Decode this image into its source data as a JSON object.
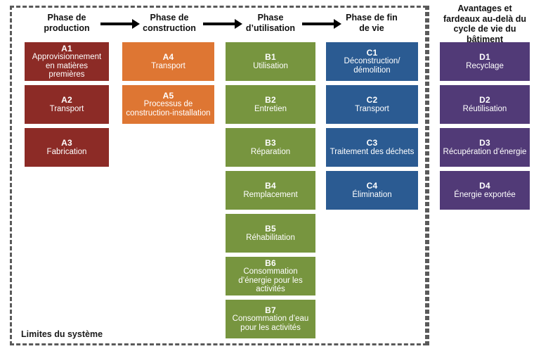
{
  "diagram": {
    "title_label": "Limites du système",
    "boundary_name": "system-boundary"
  },
  "headers": [
    {
      "id": "production",
      "line1": "Phase de",
      "line2": "production",
      "line3": "",
      "line4": ""
    },
    {
      "id": "construction",
      "line1": "Phase de",
      "line2": "construction",
      "line3": "",
      "line4": ""
    },
    {
      "id": "utilisation",
      "line1": "Phase",
      "line2": "d’utilisation",
      "line3": "",
      "line4": ""
    },
    {
      "id": "fin-de-vie",
      "line1": "Phase de fin",
      "line2": "de vie",
      "line3": "",
      "line4": ""
    },
    {
      "id": "au-dela",
      "line1": "Avantages et",
      "line2": "fardeaux au-delà du",
      "line3": "cycle de vie du",
      "line4": "bâtiment"
    }
  ],
  "colors": {
    "production": "#8C2B26",
    "construction": "#DE7633",
    "utilisation": "#77953F",
    "fin_de_vie": "#2B5B92",
    "au_dela": "#513A77",
    "boundary": "#5A5A5A",
    "arrow": "#000000",
    "text_on_box": "#FFFFFF"
  },
  "columns": [
    {
      "id": "production",
      "modules": [
        {
          "code": "A1",
          "label": "Approvisionnement en matières premières"
        },
        {
          "code": "A2",
          "label": "Transport"
        },
        {
          "code": "A3",
          "label": "Fabrication"
        }
      ]
    },
    {
      "id": "construction",
      "modules": [
        {
          "code": "A4",
          "label": "Transport"
        },
        {
          "code": "A5",
          "label": "Processus de construction-installation"
        }
      ]
    },
    {
      "id": "utilisation",
      "modules": [
        {
          "code": "B1",
          "label": "Utilisation"
        },
        {
          "code": "B2",
          "label": "Entretien"
        },
        {
          "code": "B3",
          "label": "Réparation"
        },
        {
          "code": "B4",
          "label": "Remplacement"
        },
        {
          "code": "B5",
          "label": "Réhabilitation"
        },
        {
          "code": "B6",
          "label": "Consommation d’énergie pour les activités"
        },
        {
          "code": "B7",
          "label": "Consommation d’eau pour les activités"
        }
      ]
    },
    {
      "id": "fin-de-vie",
      "modules": [
        {
          "code": "C1",
          "label": "Déconstruction/ démolition"
        },
        {
          "code": "C2",
          "label": "Transport"
        },
        {
          "code": "C3",
          "label": "Traitement des déchets"
        },
        {
          "code": "C4",
          "label": "Élimination"
        }
      ]
    },
    {
      "id": "au-dela",
      "modules": [
        {
          "code": "D1",
          "label": "Recyclage"
        },
        {
          "code": "D2",
          "label": "Réutilisation"
        },
        {
          "code": "D3",
          "label": "Récupération d’énergie"
        },
        {
          "code": "D4",
          "label": "Énergie exportée"
        }
      ]
    }
  ]
}
